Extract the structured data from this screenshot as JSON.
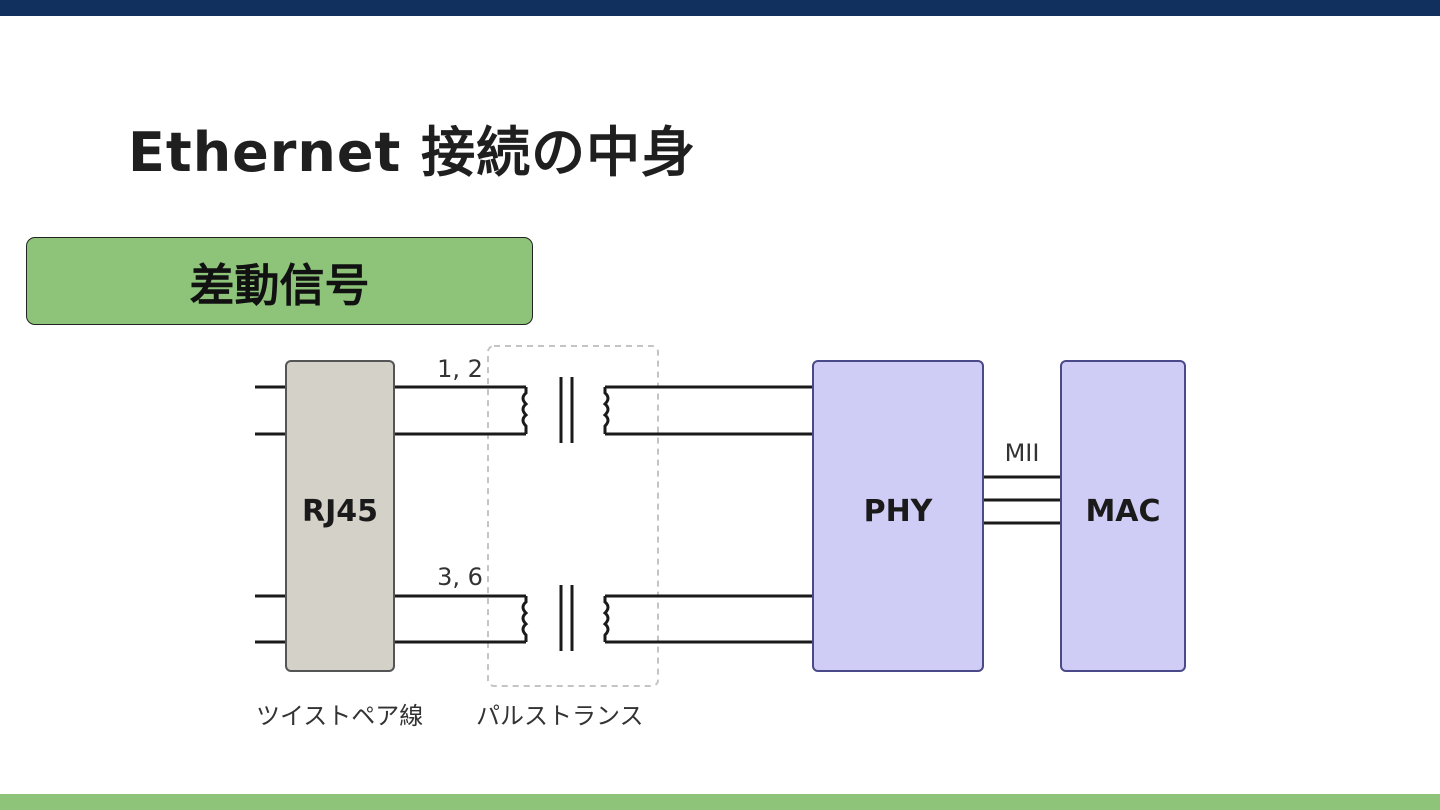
{
  "title": "Ethernet 接続の中身",
  "section_label": "差動信号",
  "diagram": {
    "rj45_label": "RJ45",
    "phy_label": "PHY",
    "mac_label": "MAC",
    "pair_top_label": "1, 2",
    "pair_bottom_label": "3, 6",
    "mii_label": "MII",
    "twisted_pair_caption": "ツイストペア線",
    "pulse_trans_caption": "パルストランス"
  },
  "colors": {
    "top_bar": "#12305e",
    "accent_green": "#8ec47a",
    "rj45_fill": "#d4d1c9",
    "chip_fill": "#cfcdf5",
    "chip_border": "#4a4a8a"
  }
}
